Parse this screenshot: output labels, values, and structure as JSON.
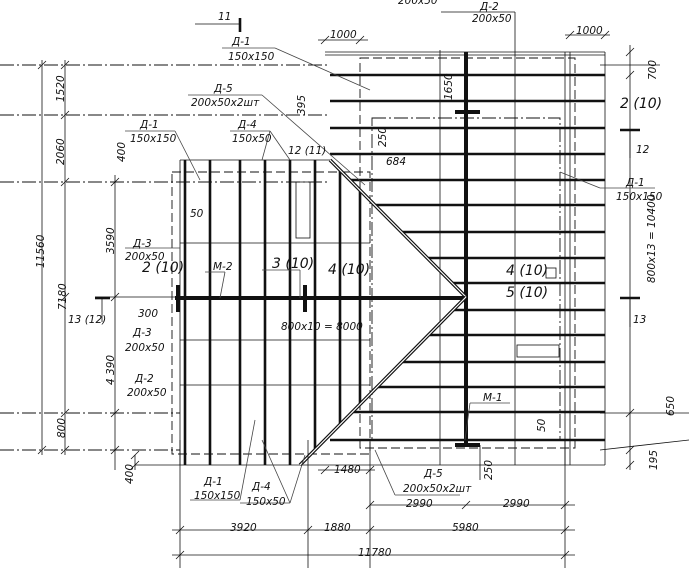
{
  "title": "Roof framing plan",
  "labels": {
    "sec11": "11",
    "d1_top": {
      "name": "Д-1",
      "size": "150x150"
    },
    "top_cut": "200x50",
    "dim1000_left": "1000",
    "d2_top": {
      "name": "Д-2",
      "size": "200x50"
    },
    "dim1000_right": "1000",
    "dim700": "700",
    "dim1520": "1520",
    "d5_top": {
      "name": "Д-5",
      "size": "200x50x2шт"
    },
    "dim395": "395",
    "dim1650": "1650",
    "node2_10_right": "2 (10)",
    "d1_left": {
      "name": "Д-1",
      "size": "150x150"
    },
    "d4_top": {
      "name": "Д-4",
      "size": "150x50"
    },
    "node12_11": "12 (11)",
    "dim250_top": "250",
    "dim684": "684",
    "sec12": "12",
    "dim2060": "2060",
    "dim400_top": "400",
    "d1_right": {
      "name": "Д-1",
      "size": "150x150"
    },
    "dim10400": "800x13 = 10400",
    "dim50_left": "50",
    "dim3590": "3590",
    "d3_upper": {
      "name": "Д-3",
      "size": "200x50"
    },
    "node2_10_left": "2 (10)",
    "m2": "М-2",
    "node3_10": "3 (10)",
    "node4_10_left": "4 (10)",
    "node4_10_right": "4 (10)",
    "node5_10": "5 (10)",
    "dim11560": "11560",
    "dim7180": "7180",
    "sec13_12": "13 (12)",
    "dim300": "300",
    "dim8000": "800x10 = 8000",
    "sec13": "13",
    "d3_lower": {
      "name": "Д-3",
      "size": "200x50"
    },
    "dim4390": "4 390",
    "d2_left": {
      "name": "Д-2",
      "size": "200x50"
    },
    "m1": "М-1",
    "dim650": "650",
    "dim50_right": "50",
    "dim800": "800",
    "dim195": "195",
    "dim400_bottom": "400",
    "dim1480": "1480",
    "d5_bottom": {
      "name": "Д-5",
      "size": "200x50x2шт"
    },
    "dim250_bottom": "250",
    "d1_bottom": {
      "name": "Д-1",
      "size": "150x150"
    },
    "d4_bottom": {
      "name": "Д-4",
      "size": "150x50"
    },
    "dim2990_a": "2990",
    "dim2990_b": "2990",
    "dim3920": "3920",
    "dim1880": "1880",
    "dim5980": "5980",
    "dim11780": "11780"
  }
}
